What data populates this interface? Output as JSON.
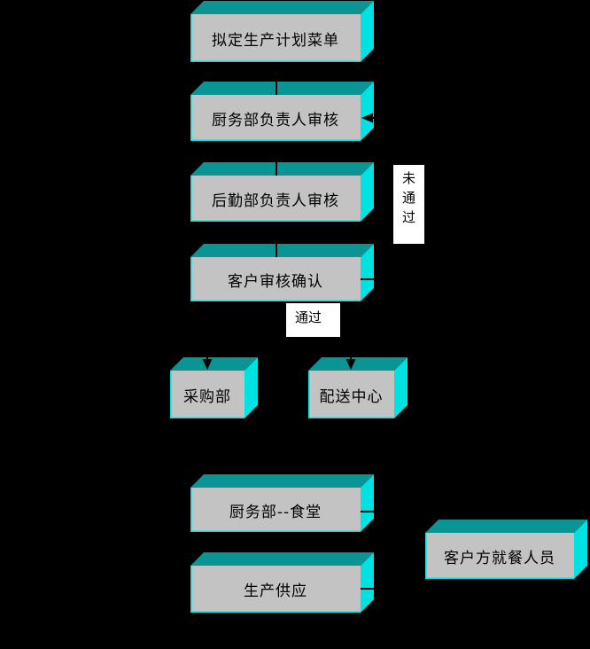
{
  "flowchart": {
    "nodes": {
      "plan_menu": "拟定生产计划菜单",
      "kitchen_review": "厨务部负责人审核",
      "logistics_review": "后勤部负责人审核",
      "customer_confirm": "客户审核确认",
      "purchasing": "采购部",
      "distribution": "配送中心",
      "kitchen_canteen": "厨务部--食堂",
      "production_supply": "生产供应",
      "customer_diners": "客户方就餐人员"
    },
    "edge_labels": {
      "not_passed": "未\n通\n过",
      "passed": "通过"
    },
    "colors": {
      "background": "#000000",
      "box_top": "#0A9494",
      "box_side": "#00E2E2",
      "box_front": "#C3C3C3",
      "label_background": "#FFFFFF",
      "text": "#000000",
      "connector": "#000000"
    }
  }
}
